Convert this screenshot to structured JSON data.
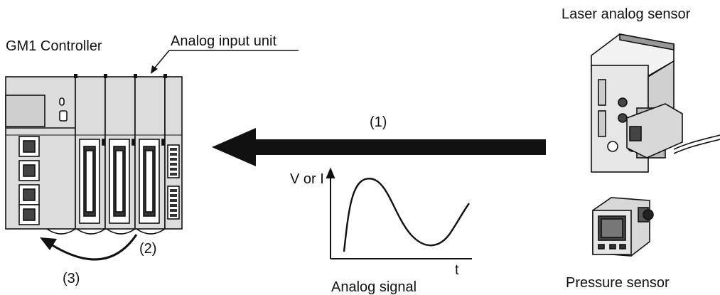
{
  "labels": {
    "controller": "GM1 Controller",
    "analog_input_unit": "Analog input unit",
    "laser_sensor": "Laser analog sensor",
    "pressure_sensor": "Pressure sensor",
    "step1": "(1)",
    "step2": "(2)",
    "step3": "(3)",
    "y_axis": "V or I",
    "x_axis": "t",
    "signal": "Analog signal"
  }
}
